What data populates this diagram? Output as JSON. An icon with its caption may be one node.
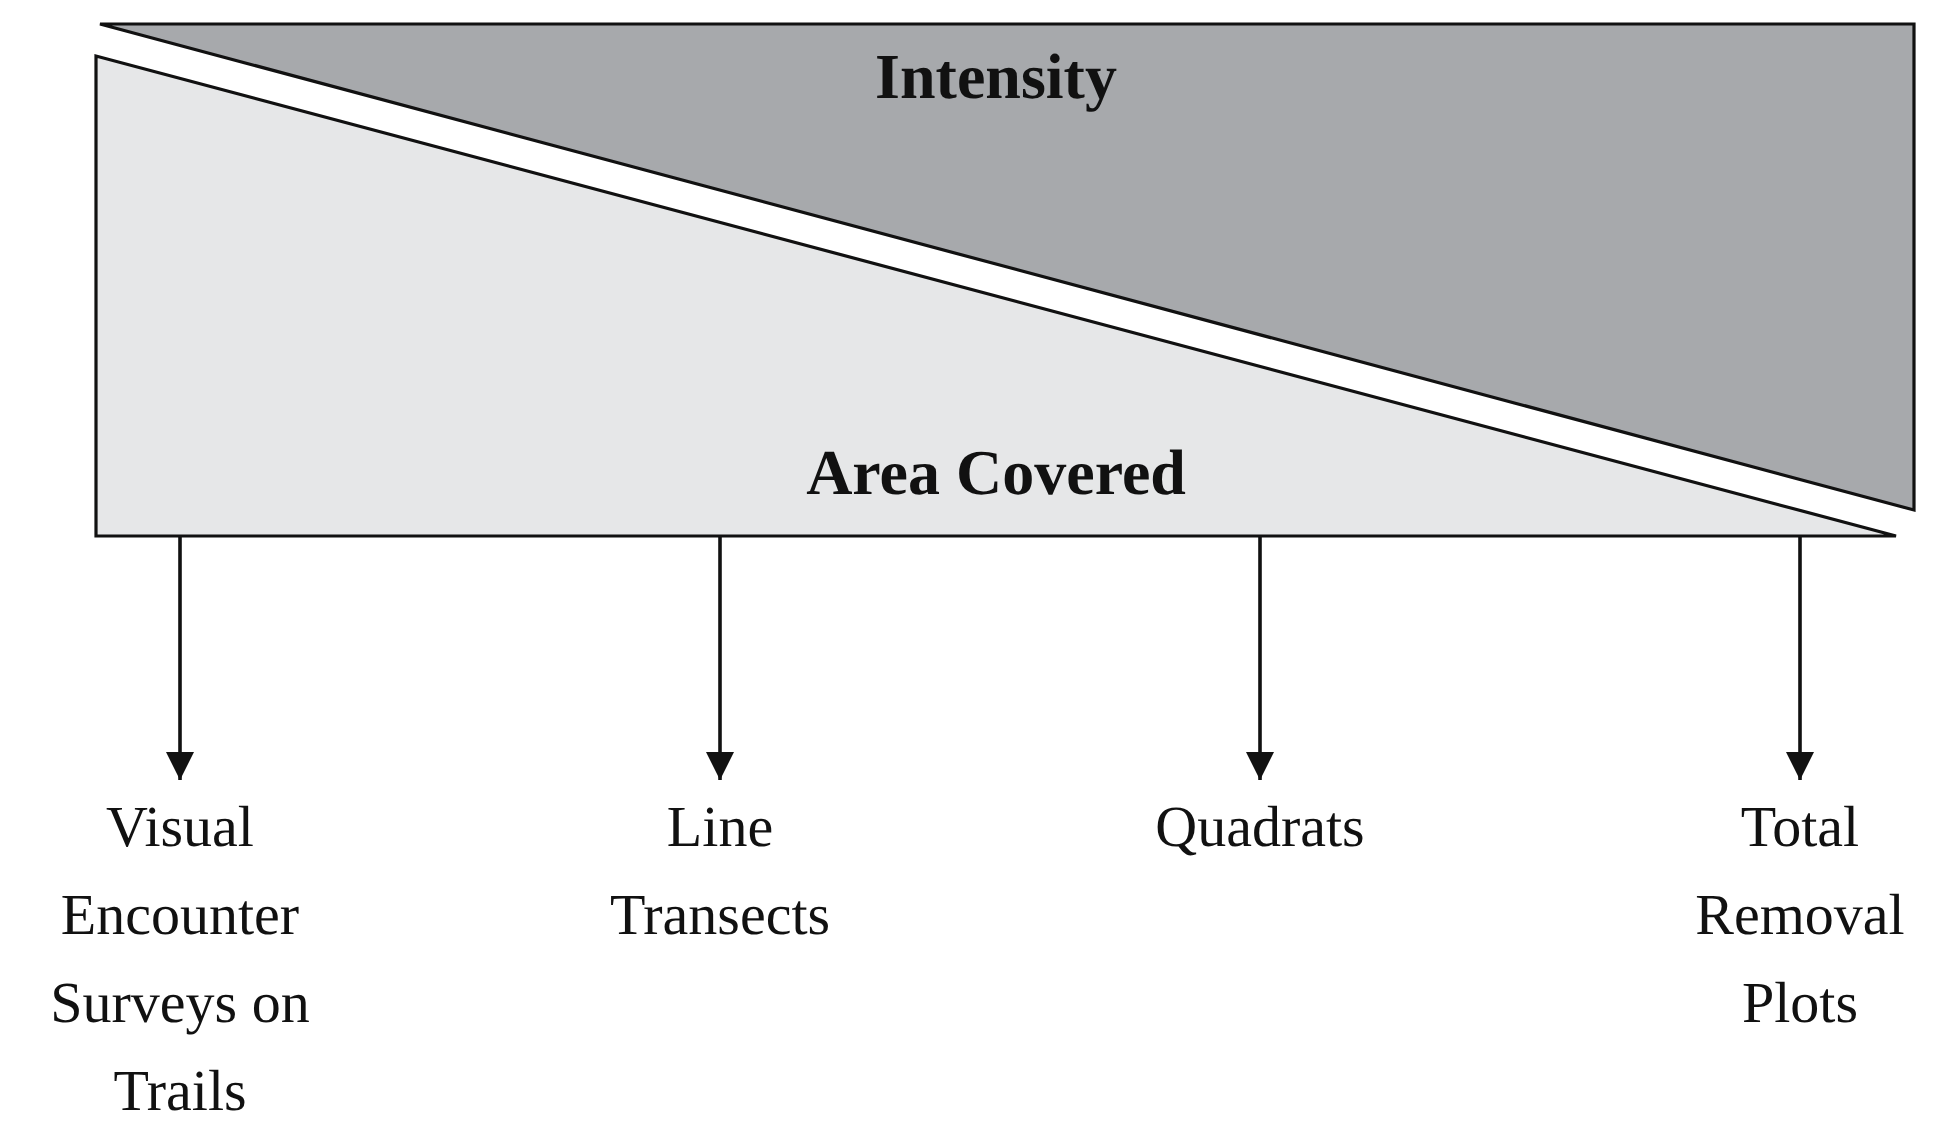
{
  "diagram": {
    "nodes": [
      {
        "text": [
          "Intensity"
        ]
      },
      {
        "text": [
          "Area Covered"
        ]
      },
      {
        "text": [
          "Visual Encounter Surveys on Trails"
        ]
      },
      {
        "text": [
          "Line Transects"
        ]
      },
      {
        "text": [
          "Quadrats"
        ]
      },
      {
        "text": [
          "Total Removal Plots"
        ]
      }
    ],
    "edges": [
      {
        "from": 1,
        "to": 2,
        "arrow": "to"
      },
      {
        "from": 1,
        "to": 3,
        "arrow": "to"
      },
      {
        "from": 1,
        "to": 4,
        "arrow": "to"
      },
      {
        "from": 1,
        "to": 5,
        "arrow": "to"
      }
    ]
  }
}
